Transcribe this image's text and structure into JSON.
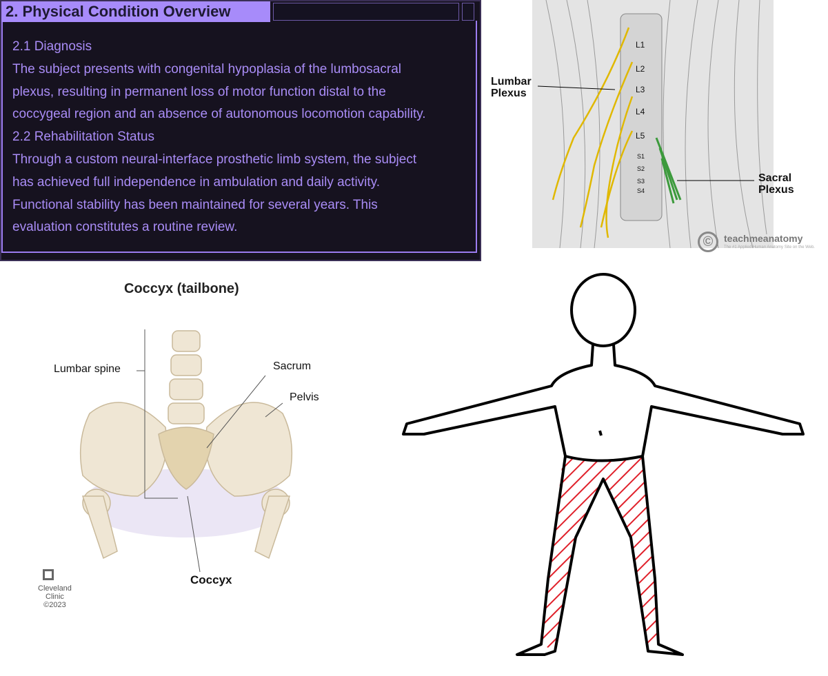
{
  "panel": {
    "title": "2. Physical Condition Overview",
    "sections": [
      {
        "heading": "2.1 Diagnosis",
        "lines": [
          "The subject presents with congenital hypoplasia of the lumbosacral",
          "plexus, resulting in permanent loss of motor function distal to the",
          "coccygeal region and an absence of autonomous locomotion capability."
        ]
      },
      {
        "heading": "2.2 Rehabilitation Status",
        "lines": [
          "Through a custom neural-interface prosthetic limb system, the subject",
          "has achieved full independence in ambulation and daily activity.",
          "Functional stability has been maintained for several years. This",
          "evaluation constitutes a routine review."
        ]
      }
    ],
    "colors": {
      "accent": "#a78bfa",
      "background": "#16121f",
      "text": "#a98cf6"
    }
  },
  "spine_diagram": {
    "labels": {
      "lumbar": "Lumbar",
      "plexus1": "Plexus",
      "sacral": "Sacral",
      "plexus2": "Plexus"
    },
    "vertebrae": [
      "L1",
      "L2",
      "L3",
      "L4",
      "L5",
      "S1",
      "S2",
      "S3",
      "S4"
    ],
    "brand": "teachmeanatomy",
    "tagline": "The #1 Applied Human Anatomy Site on the Web."
  },
  "coccyx_diagram": {
    "title": "Coccyx (tailbone)",
    "labels": {
      "lumbar_spine": "Lumbar spine",
      "sacrum": "Sacrum",
      "pelvis": "Pelvis",
      "coccyx": "Coccyx"
    },
    "credit": [
      "Cleveland",
      "Clinic",
      "©2023"
    ]
  }
}
